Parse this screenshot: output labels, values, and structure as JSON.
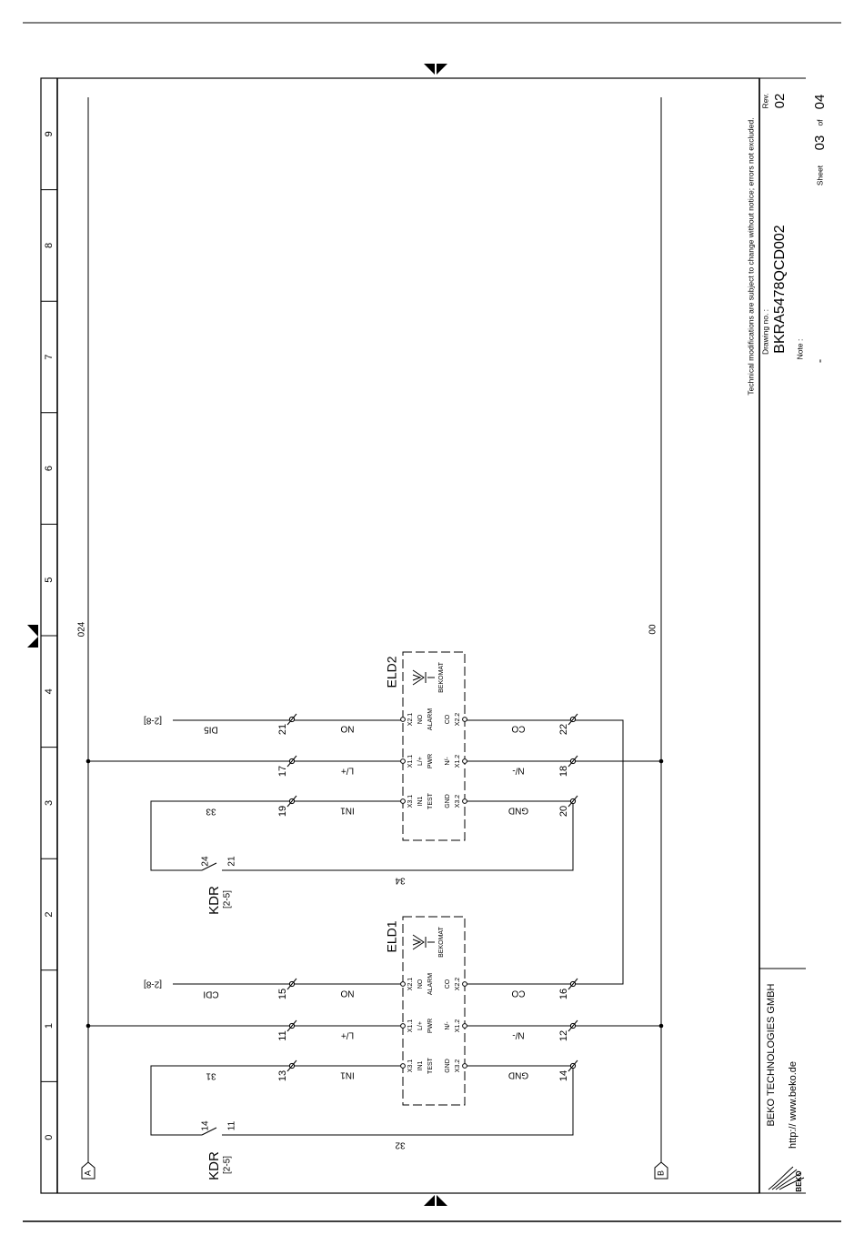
{
  "frame": {
    "columns": [
      "0",
      "1",
      "2",
      "3",
      "4",
      "5",
      "6",
      "7",
      "8",
      "9"
    ],
    "rail_letter_top": "A",
    "rail_letter_bottom": "B"
  },
  "wires": {
    "top_potential": "024",
    "bottom_potential": "00",
    "wire_31": "31",
    "wire_32": "32",
    "wire_33": "33",
    "wire_34": "34",
    "signal_cdi": "CDI",
    "signal_di5": "DI5",
    "ref_cdi": "[2-8]",
    "ref_di5": "[2-8]"
  },
  "relays": [
    {
      "label": "KDR",
      "ref": "[2-5]",
      "pin_a": "14",
      "pin_b": "11"
    },
    {
      "label": "KDR",
      "ref": "[2-5]",
      "pin_a": "24",
      "pin_b": "21"
    }
  ],
  "devices": [
    {
      "label": "ELD1",
      "brand": "BEKOMAT",
      "left_signals": [
        "IN1",
        "L/+",
        "NO"
      ],
      "right_signals": [
        "GND",
        "N/-",
        "CO"
      ],
      "left_terms": [
        "13",
        "11",
        "15"
      ],
      "right_terms": [
        "14",
        "12",
        "16"
      ],
      "left_pins": [
        [
          "X3.1",
          "IN1",
          "TEST"
        ],
        [
          "X1.1",
          "L/+",
          "PWR"
        ],
        [
          "X2.1",
          "NO",
          "ALARM"
        ]
      ],
      "right_pins": [
        [
          "GND",
          "X3.2"
        ],
        [
          "N/-",
          "X1.2"
        ],
        [
          "CO",
          "X2.2"
        ]
      ]
    },
    {
      "label": "ELD2",
      "brand": "BEKOMAT",
      "left_signals": [
        "IN1",
        "L/+",
        "NO"
      ],
      "right_signals": [
        "GND",
        "N/-",
        "CO"
      ],
      "left_terms": [
        "19",
        "17",
        "21"
      ],
      "right_terms": [
        "20",
        "18",
        "22"
      ],
      "left_pins": [
        [
          "X3.1",
          "IN1",
          "TEST"
        ],
        [
          "X1.1",
          "L/+",
          "PWR"
        ],
        [
          "X2.1",
          "NO",
          "ALARM"
        ]
      ],
      "right_pins": [
        [
          "GND",
          "X3.2"
        ],
        [
          "N/-",
          "X1.2"
        ],
        [
          "CO",
          "X2.2"
        ]
      ]
    }
  ],
  "title_block": {
    "disclaimer": "Technical modifications are subject to change without notice; errors not excluded.",
    "company": "BEKO TECHNOLOGIES GMBH",
    "website": "http:// www.beko.de",
    "logo_text": "BEKO",
    "drawing_label": "Drawing no. :",
    "drawing_no": "BKRA5478QCD002",
    "note_label": "Note :",
    "note_value": "-",
    "rev_label": "Rev.",
    "rev_value": "02",
    "sheet_label": "Sheet",
    "sheet_no": "03",
    "of_label": "of",
    "sheet_total": "04"
  }
}
